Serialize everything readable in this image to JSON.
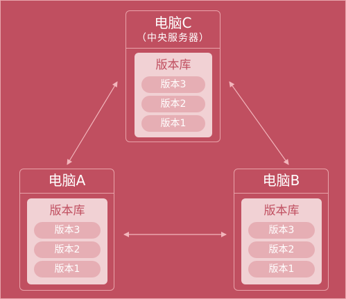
{
  "colors": {
    "background": "#c04f60",
    "border": "#e9a3aa",
    "repo_fill": "#f1d1d4",
    "version_fill": "#e6aeb4",
    "arrow": "#f2b6bc"
  },
  "computers": {
    "c": {
      "title": "电脑C",
      "subtitle": "（中央服务器）",
      "repo": {
        "title": "版本库",
        "versions": [
          "版本3",
          "版本2",
          "版本1"
        ]
      }
    },
    "a": {
      "title": "电脑A",
      "repo": {
        "title": "版本库",
        "versions": [
          "版本3",
          "版本2",
          "版本1"
        ]
      }
    },
    "b": {
      "title": "电脑B",
      "repo": {
        "title": "版本库",
        "versions": [
          "版本3",
          "版本2",
          "版本1"
        ]
      }
    }
  }
}
